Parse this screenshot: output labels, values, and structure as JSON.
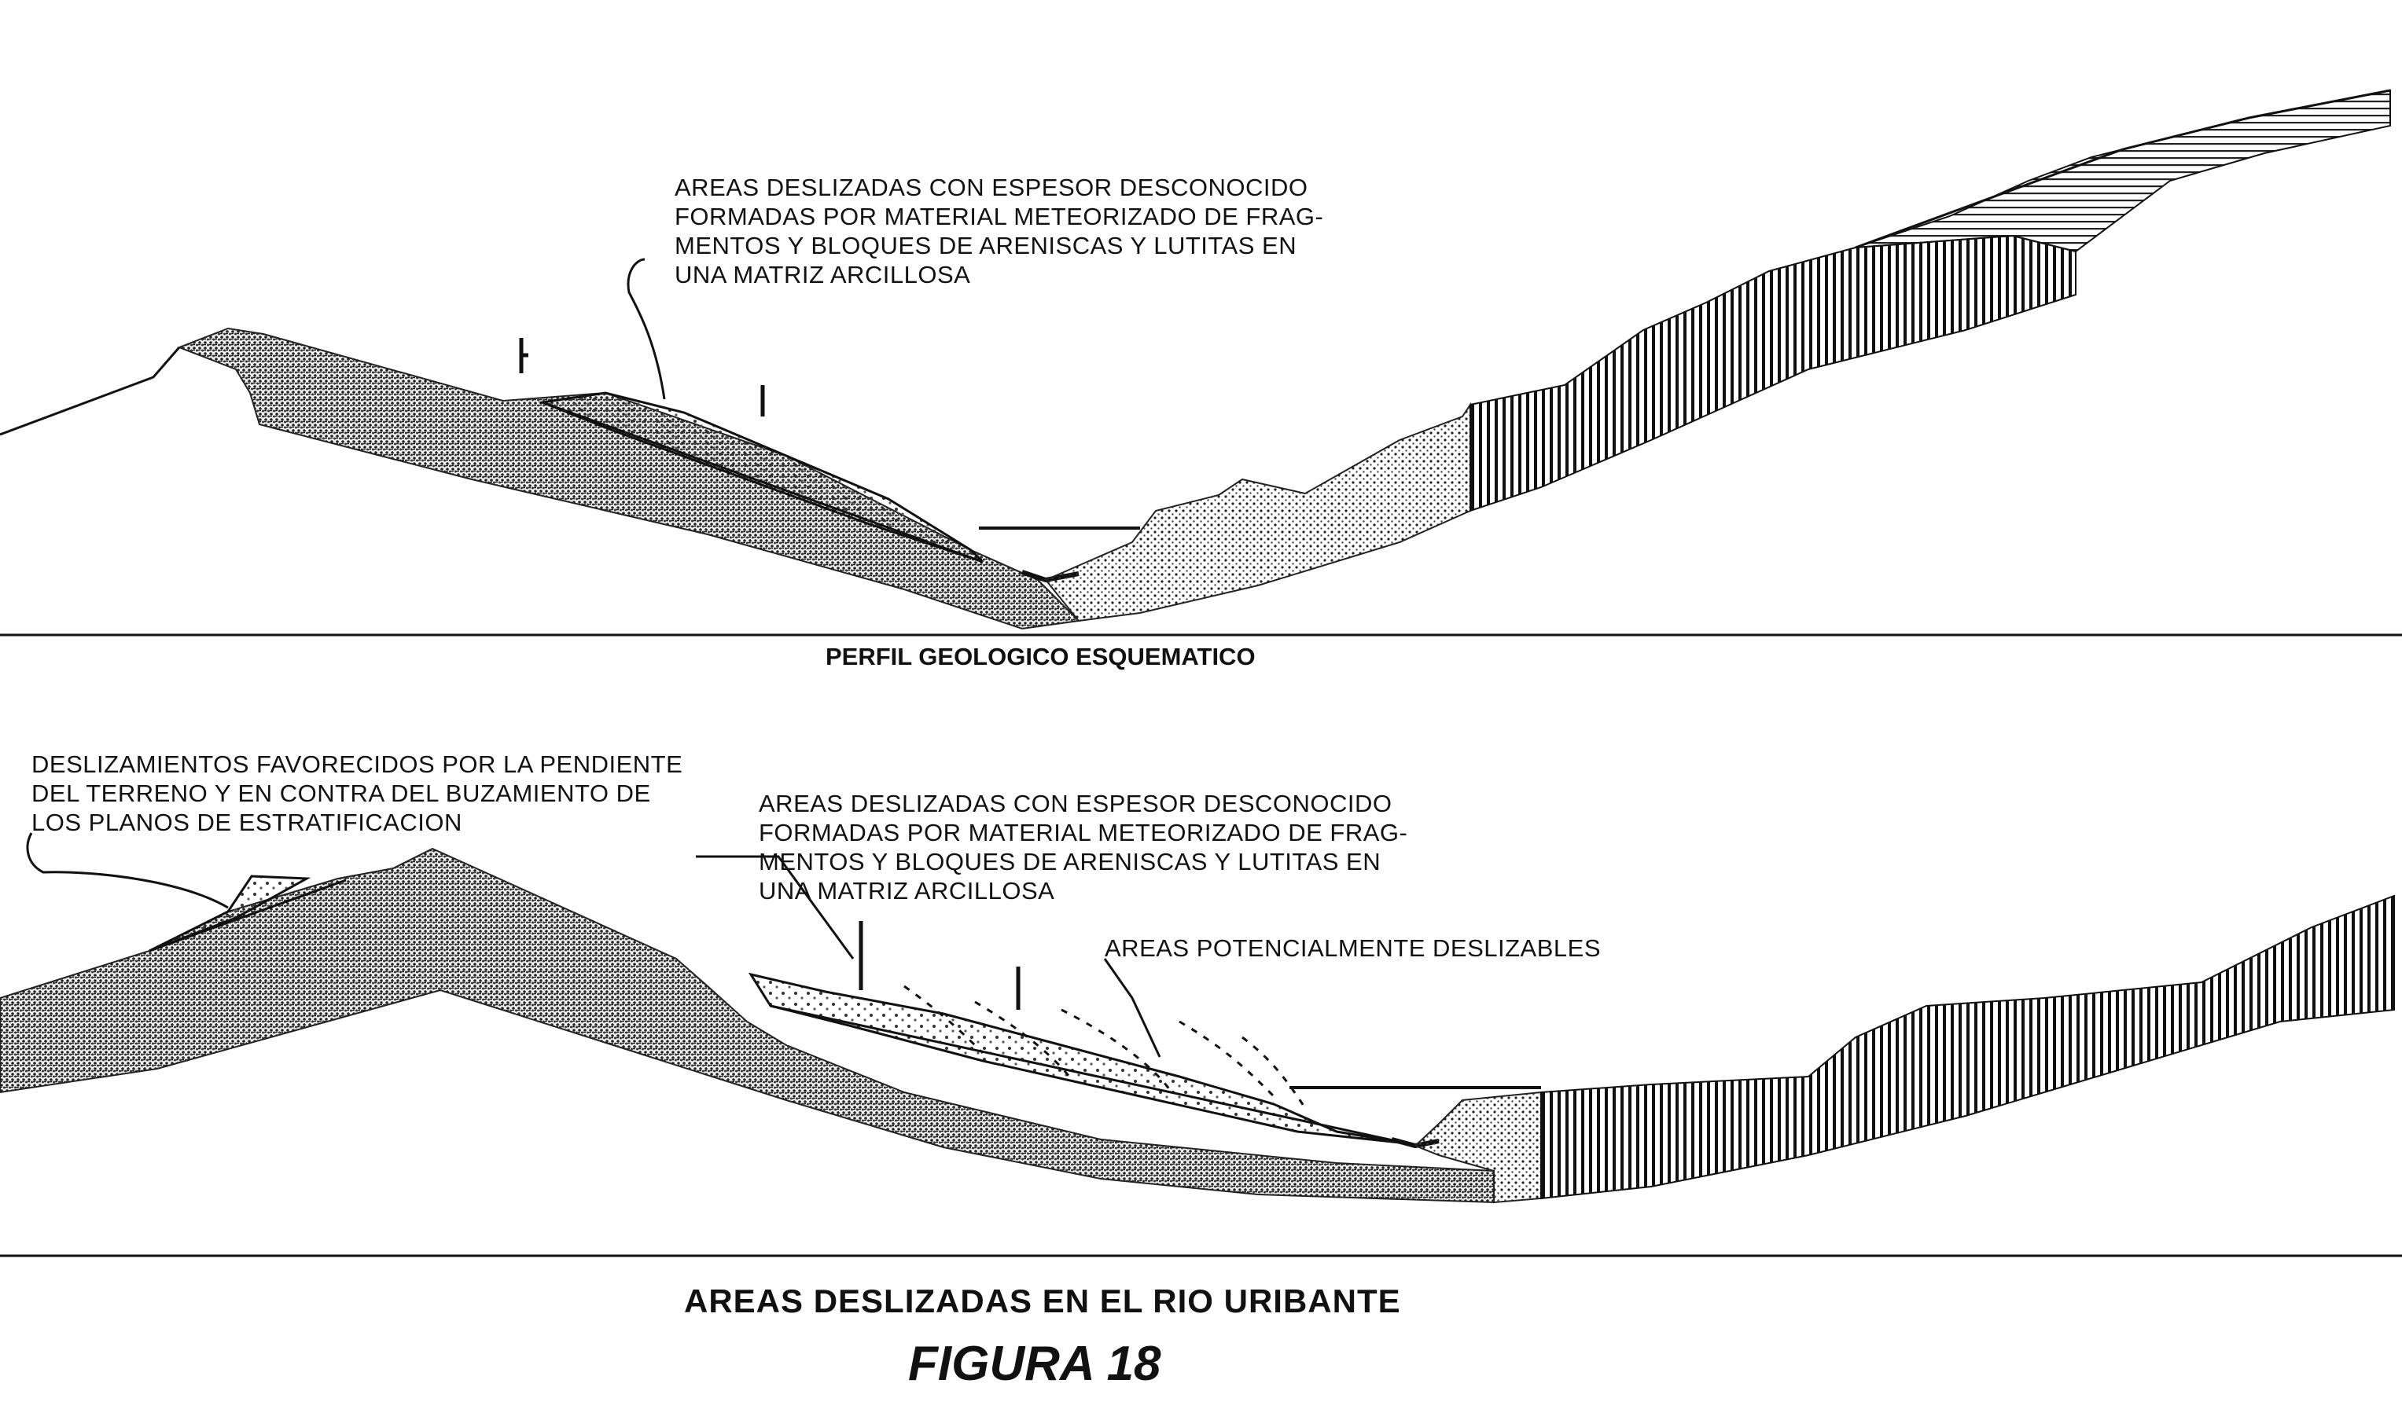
{
  "profile_top": {
    "caption": "PERFIL GEOLOGICO ESQUEMATICO",
    "note": [
      "AREAS DESLIZADAS CON ESPESOR DESCONOCIDO",
      "FORMADAS POR MATERIAL METEORIZADO DE FRAG-",
      "MENTOS Y BLOQUES DE ARENISCAS Y LUTITAS EN",
      "UNA MATRIZ ARCILLOSA"
    ]
  },
  "profile_bottom": {
    "note_left": [
      "DESLIZAMIENTOS FAVORECIDOS POR LA PENDIENTE",
      "DEL TERRENO Y EN CONTRA DEL BUZAMIENTO DE",
      "LOS PLANOS DE ESTRATIFICACION"
    ],
    "note_center": [
      "AREAS DESLIZADAS CON ESPESOR DESCONOCIDO",
      "FORMADAS POR MATERIAL METEORIZADO DE FRAG-",
      "MENTOS Y BLOQUES DE ARENISCAS Y LUTITAS EN",
      "UNA MATRIZ ARCILLOSA"
    ],
    "note_right": "AREAS POTENCIALMENTE DESLIZABLES"
  },
  "figure": {
    "title": "AREAS DESLIZADAS EN EL RIO URIBANTE",
    "number": "FIGURA 18"
  },
  "colors": {
    "ink": "#111111",
    "paper": "#ffffff"
  }
}
